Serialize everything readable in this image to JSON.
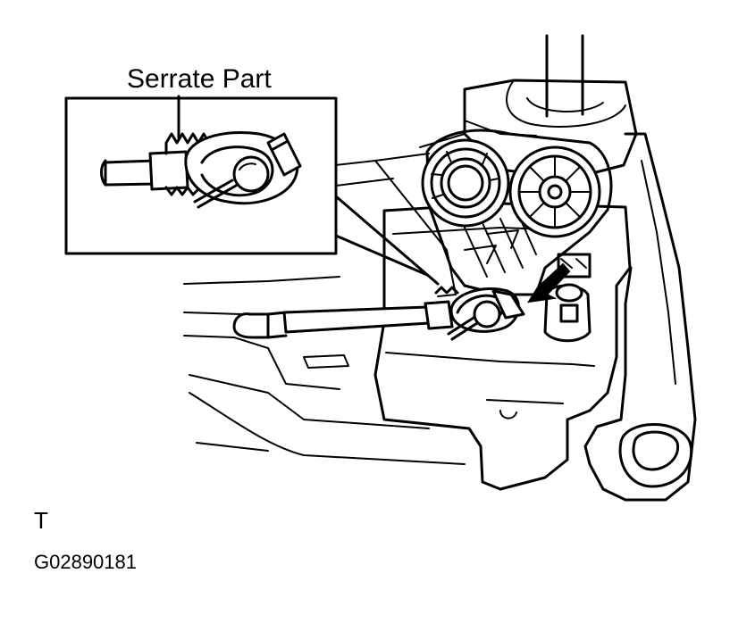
{
  "diagram": {
    "callout_label": "Serrate Part",
    "view_label": "T",
    "figure_id": "G02890181"
  }
}
